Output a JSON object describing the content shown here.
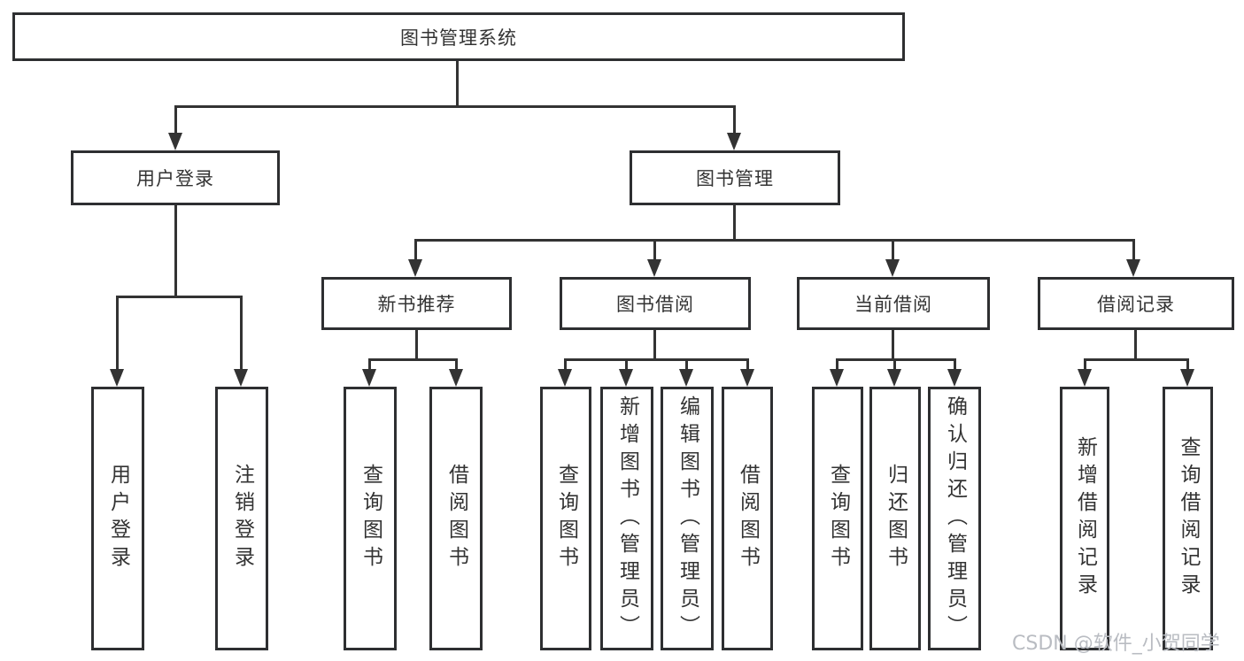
{
  "tree": {
    "root": "图书管理系统",
    "level2": [
      "用户登录",
      "图书管理"
    ],
    "level3": [
      "新书推荐",
      "图书借阅",
      "当前借阅",
      "借阅记录"
    ],
    "leaves": {
      "user_login": [
        "用户登录",
        "注销登录"
      ],
      "new_book": [
        "查询图书",
        "借阅图书"
      ],
      "book_borrow": [
        "查询图书",
        "新增图书（管理员）",
        "编辑图书（管理员）",
        "借阅图书"
      ],
      "current_borrow": [
        "查询图书",
        "归还图书",
        "确认归还（管理员）"
      ],
      "borrow_records": [
        "新增借阅记录",
        "查询借阅记录"
      ]
    }
  },
  "watermark": "CSDN @软件_小贺同学",
  "colors": {
    "line": "#333333",
    "box_border": "#2e2f31",
    "text": "#333333",
    "watermark": "#b9bcc2",
    "background": "#ffffff"
  }
}
